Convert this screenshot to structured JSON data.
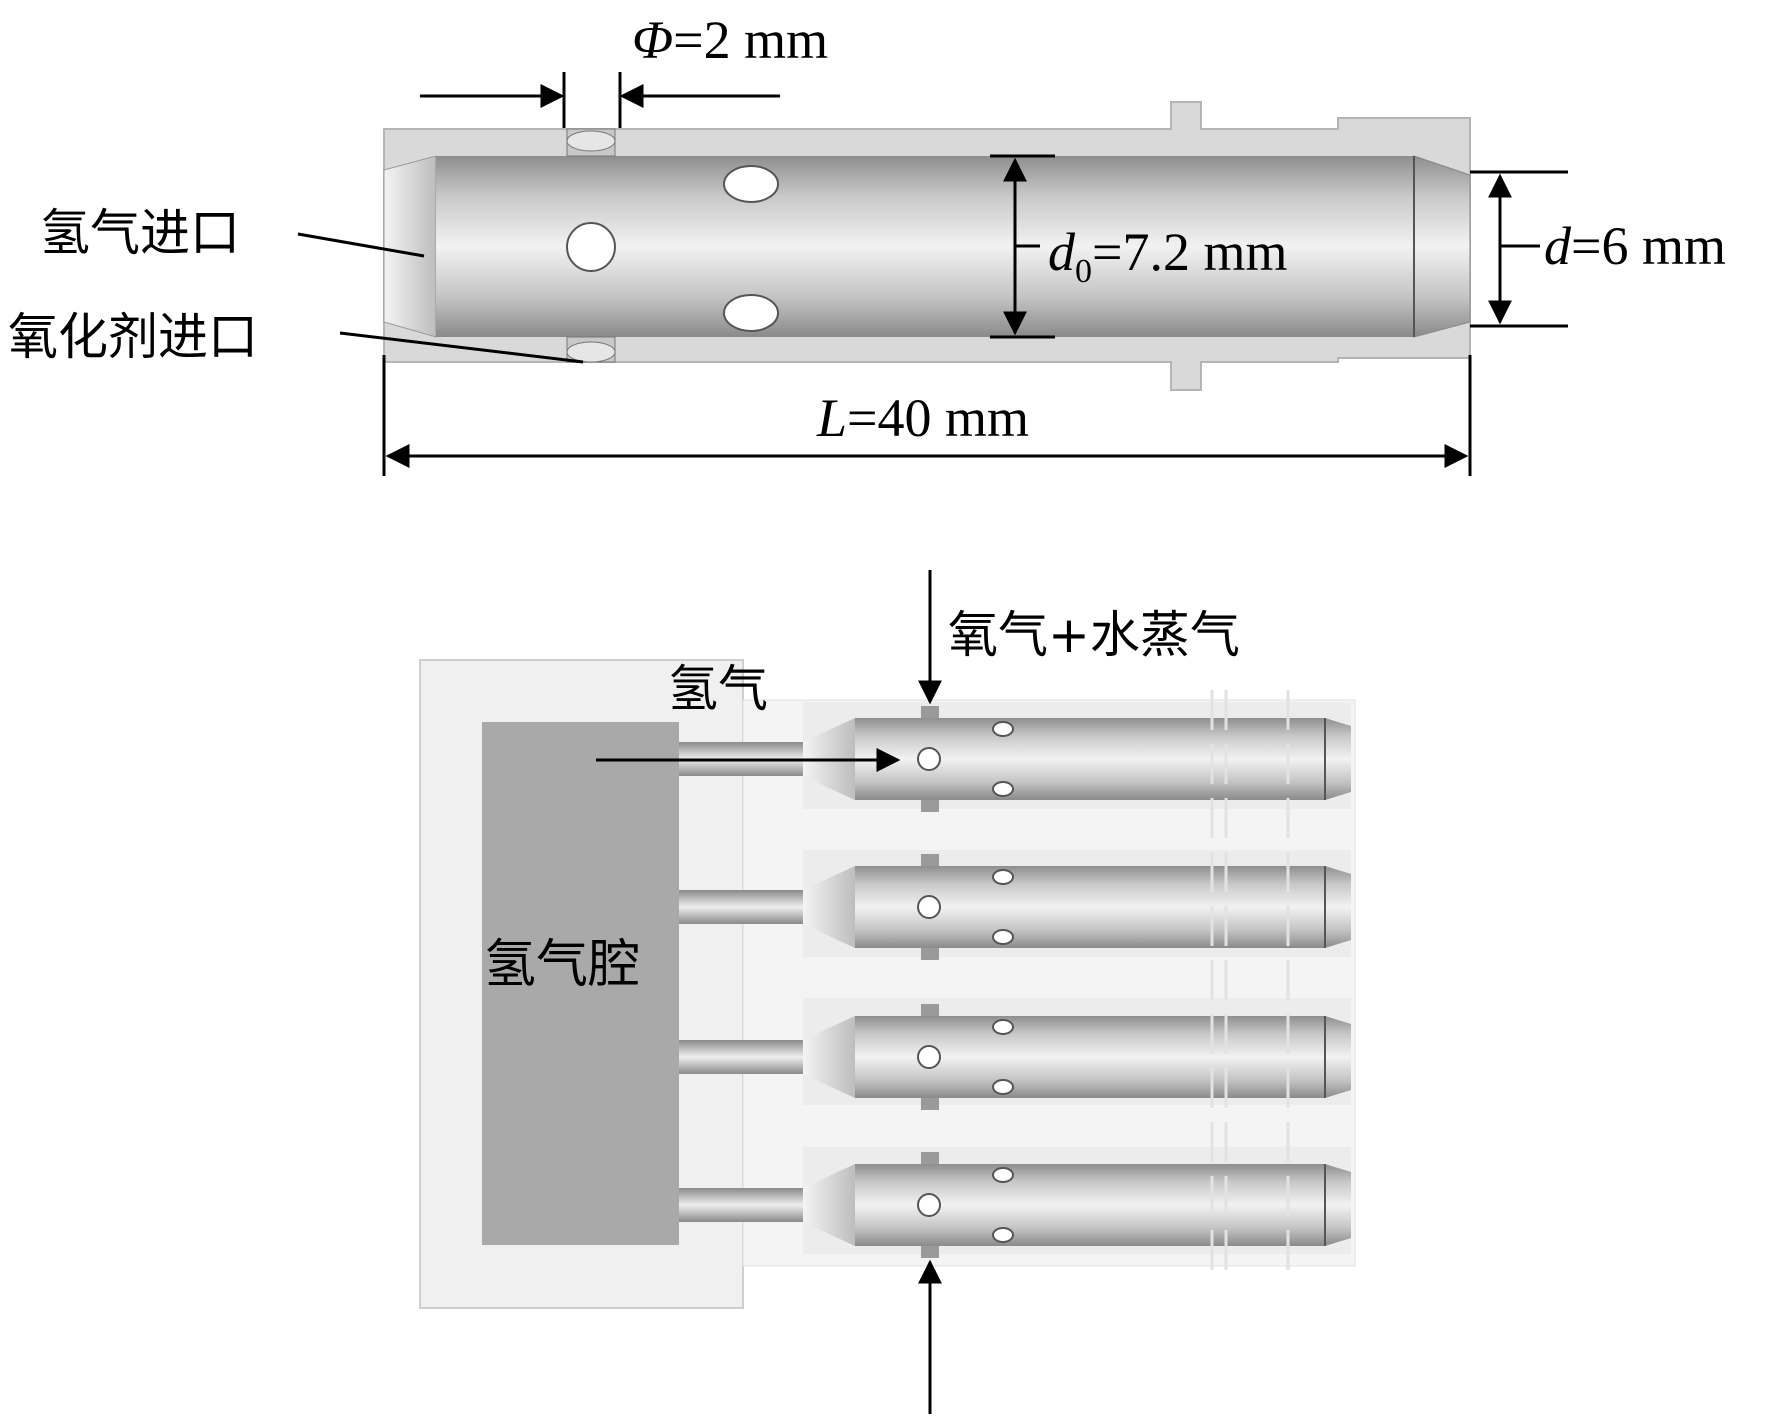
{
  "top_view": {
    "phi_symbol": "Φ",
    "phi_value": "=2 mm",
    "d0_symbol": "d",
    "d0_sub": "0",
    "d0_value": "=7.2 mm",
    "d_symbol": "d",
    "d_value": "=6 mm",
    "L_symbol": "L",
    "L_value": "=40 mm",
    "label_hydrogen_inlet": "氢气进口",
    "label_oxidizer_inlet": "氧化剂进口"
  },
  "bottom_view": {
    "label_oxygen_steam": "氧气+水蒸气",
    "label_hydrogen": "氢气",
    "label_hydrogen_chamber": "氢气腔"
  },
  "colors": {
    "body_light": "#d9d9d9",
    "body_dark": "#9a9a9a",
    "chamber_fill": "#a9a9a9",
    "frame_fill": "#f0f0f0",
    "line": "#000000"
  }
}
